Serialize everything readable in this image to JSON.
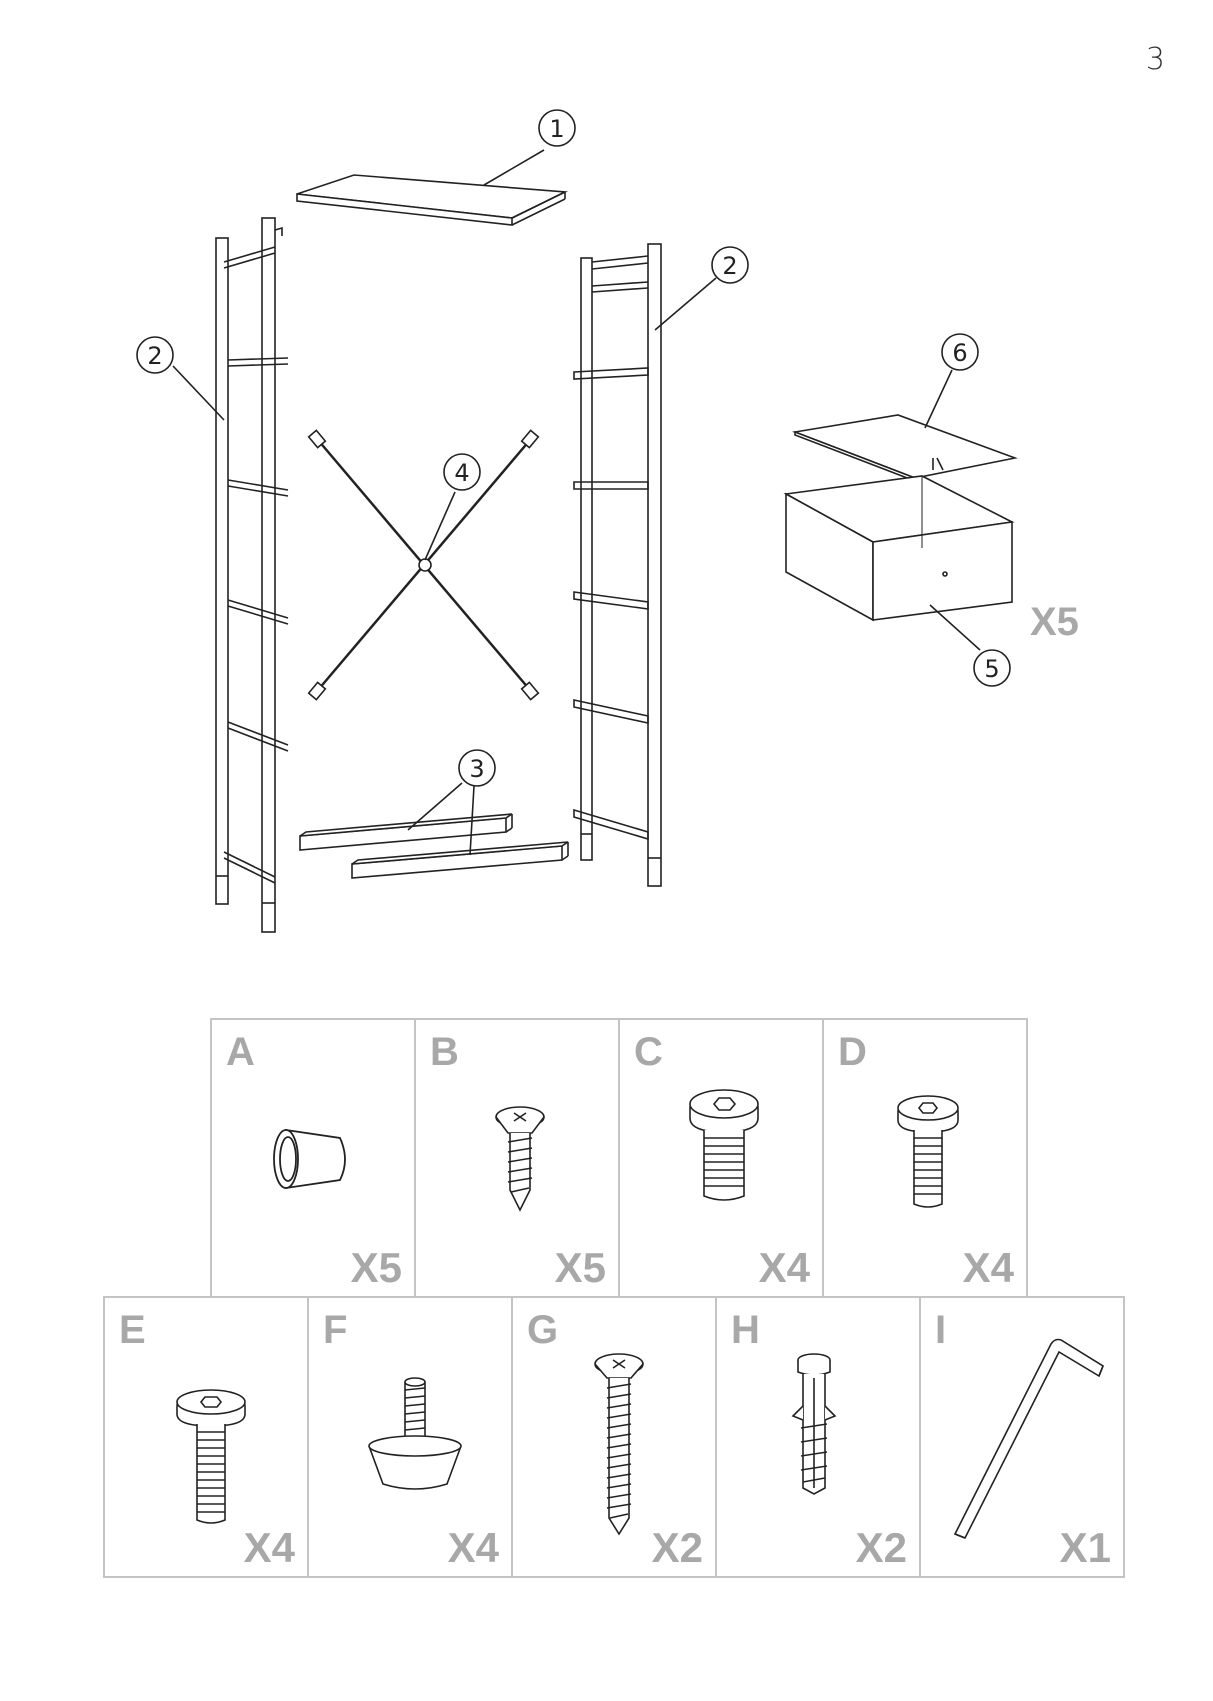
{
  "page": {
    "number": "3"
  },
  "overview": {
    "callouts": [
      "1",
      "2",
      "2",
      "3",
      "4",
      "5",
      "6"
    ],
    "box_quantity": "X5"
  },
  "hardware": [
    {
      "letter": "A",
      "qty": "X5",
      "icon": "rubber-cap-icon"
    },
    {
      "letter": "B",
      "qty": "X5",
      "icon": "wood-screw-icon"
    },
    {
      "letter": "C",
      "qty": "X4",
      "icon": "hex-bolt-short-icon"
    },
    {
      "letter": "D",
      "qty": "X4",
      "icon": "hex-bolt-medium-icon"
    },
    {
      "letter": "E",
      "qty": "X4",
      "icon": "hex-bolt-long-icon"
    },
    {
      "letter": "F",
      "qty": "X4",
      "icon": "adjustable-foot-icon"
    },
    {
      "letter": "G",
      "qty": "X2",
      "icon": "long-wood-screw-icon"
    },
    {
      "letter": "H",
      "qty": "X2",
      "icon": "wall-plug-icon"
    },
    {
      "letter": "I",
      "qty": "X1",
      "icon": "allen-key-icon"
    }
  ]
}
